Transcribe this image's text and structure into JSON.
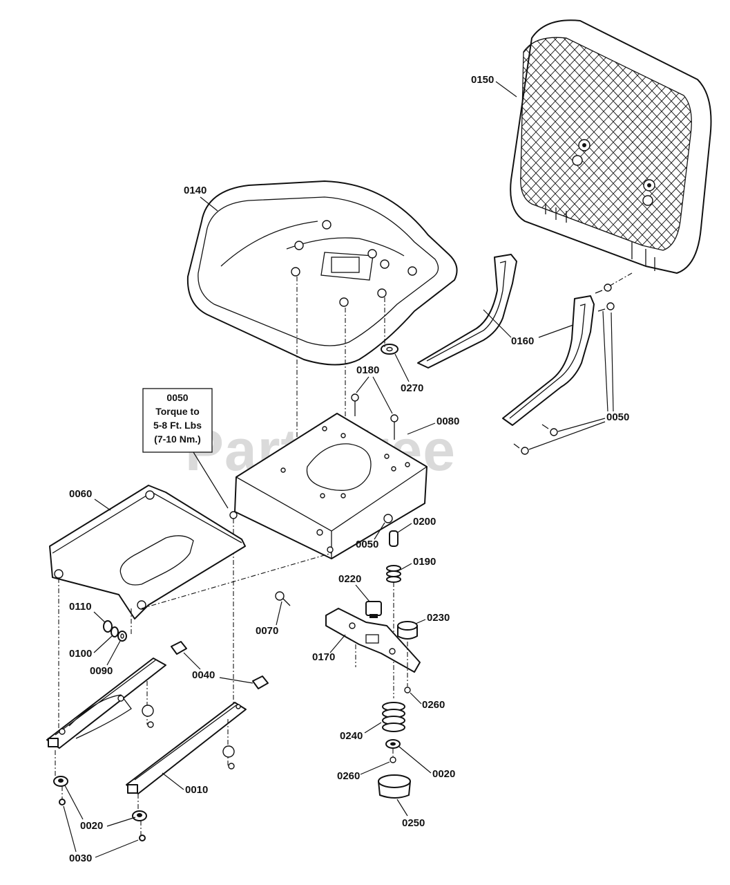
{
  "watermark": "PartsTree",
  "note": {
    "lines": [
      "0050",
      "Torque to",
      "5-8 Ft. Lbs",
      "(7-10 Nm.)"
    ]
  },
  "labels": {
    "l0150": "0150",
    "l0140": "0140",
    "l0160": "0160",
    "l0270": "0270",
    "l0180": "0180",
    "l0080": "0080",
    "l0050_right": "0050",
    "l0060": "0060",
    "l0050_mid": "0050",
    "l0200": "0200",
    "l0190": "0190",
    "l0220": "0220",
    "l0230": "0230",
    "l0070": "0070",
    "l0170": "0170",
    "l0110": "0110",
    "l0100": "0100",
    "l0090": "0090",
    "l0040": "0040",
    "l0260_top": "0260",
    "l0240": "0240",
    "l0020_mid": "0020",
    "l0260_bottom": "0260",
    "l0010": "0010",
    "l0250": "0250",
    "l0020_left": "0020",
    "l0030": "0030"
  }
}
